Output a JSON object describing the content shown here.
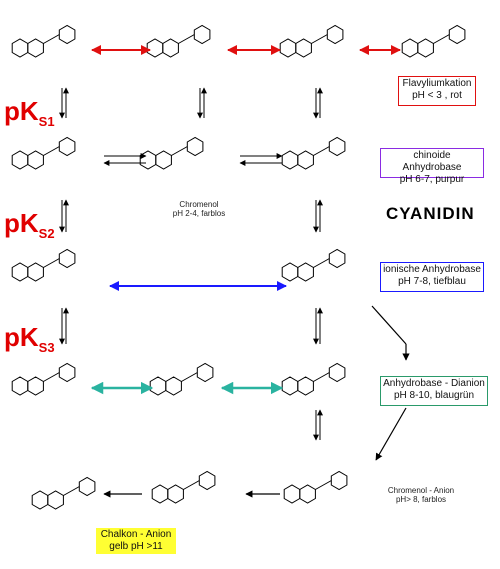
{
  "title": "CYANIDIN",
  "boxes": {
    "flavylium": {
      "line1": "Flavyliumkation",
      "line2": "pH < 3 , rot"
    },
    "chinoide": {
      "line1": "chinoide Anhydrobase",
      "line2": "pH 6-7, purpur"
    },
    "ionische": {
      "line1": "ionische Anhydrobase",
      "line2": "pH 7-8, tiefblau"
    },
    "dianion": {
      "line1": "Anhydrobase - Dianion",
      "line2": "pH 8-10, blaugrün"
    },
    "chalkon": {
      "line1": "Chalkon - Anion",
      "line2": "gelb   pH >11"
    }
  },
  "pk": [
    {
      "main": "pK",
      "sub": "S1"
    },
    {
      "main": "pK",
      "sub": "S2"
    },
    {
      "main": "pK",
      "sub": "S3"
    }
  ],
  "labels": {
    "chromenol": "Chromenol",
    "chromenol_sub": "pH 2-4, farblos",
    "chromenol_anion": "Chromenol - Anion",
    "chromenol_anion_sub": "pH> 8, farblos"
  },
  "colors": {
    "red": "#e01010",
    "purple": "#8a2be2",
    "blue": "#1a1aff",
    "green": "#2a9a6a",
    "teal": "#2ab3a0",
    "yellow": "#ffff33"
  }
}
